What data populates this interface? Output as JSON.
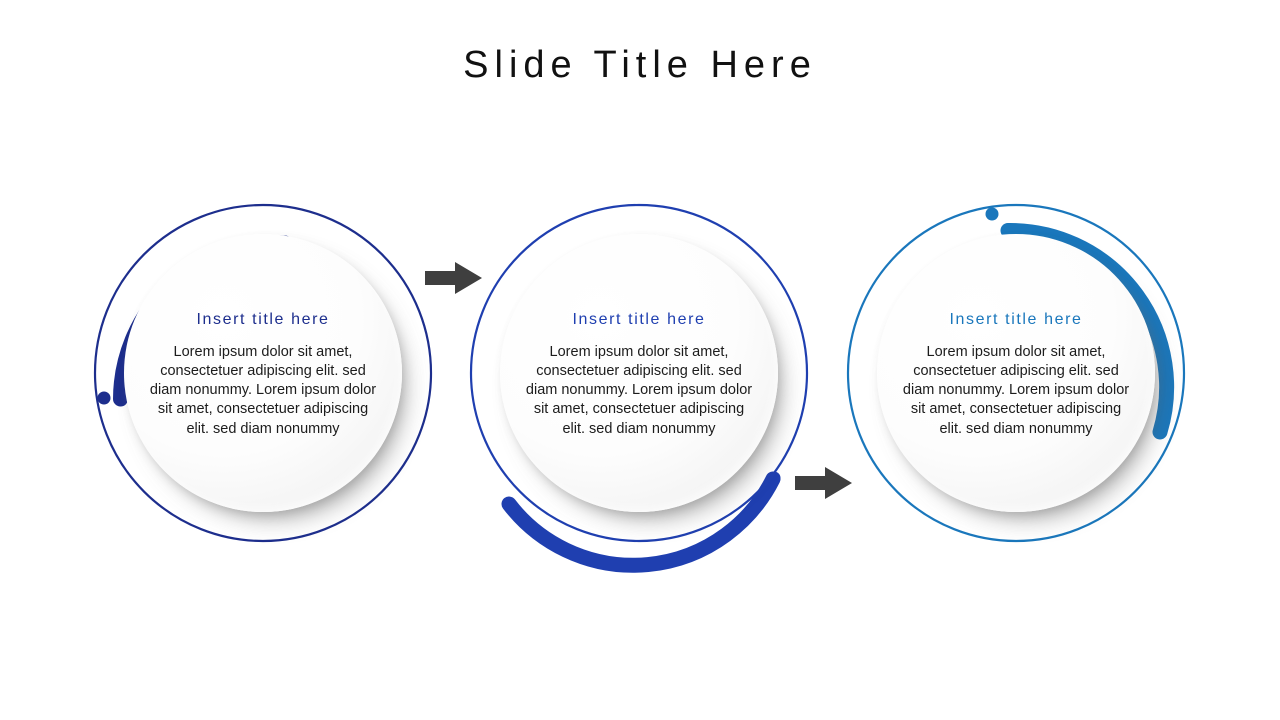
{
  "slide": {
    "title": "Slide Title Here",
    "background_color": "#FFFFFF"
  },
  "theme": {
    "navy": "#1D2E8D",
    "blue": "#1F3FB0",
    "cyan": "#1A77BC",
    "arrow_gray": "#3F3F3F",
    "body_text": "#1C1C1C",
    "title_text": "#111111",
    "disc_fill": "#FBFBFB"
  },
  "steps": [
    {
      "id": "step-1",
      "title": "Insert title here",
      "body": "Lorem ipsum dolor sit amet, consectetuer adipiscing elit. sed diam nonummy. Lorem ipsum dolor sit amet, consectetuer adipiscing elit. sed diam nonummy",
      "accent_color": "#1D2E8D",
      "ring_color": "#1D2E8D",
      "arc_position": "upper-left"
    },
    {
      "id": "step-2",
      "title": "Insert title here",
      "body": "Lorem ipsum dolor sit amet, consectetuer adipiscing elit. sed diam nonummy. Lorem ipsum dolor sit amet, consectetuer adipiscing elit. sed diam nonummy",
      "accent_color": "#1F3FB0",
      "ring_color": "#1F3FB0",
      "arc_position": "bottom"
    },
    {
      "id": "step-3",
      "title": "Insert title here",
      "body": "Lorem ipsum dolor sit amet, consectetuer adipiscing elit. sed diam nonummy. Lorem ipsum dolor sit amet, consectetuer adipiscing elit. sed diam nonummy",
      "accent_color": "#1A77BC",
      "ring_color": "#1A77BC",
      "arc_position": "upper-right"
    }
  ],
  "arrows": [
    {
      "id": "arrow-1-2",
      "direction": "right",
      "color": "#3F3F3F"
    },
    {
      "id": "arrow-2-3",
      "direction": "right",
      "color": "#3F3F3F"
    }
  ]
}
